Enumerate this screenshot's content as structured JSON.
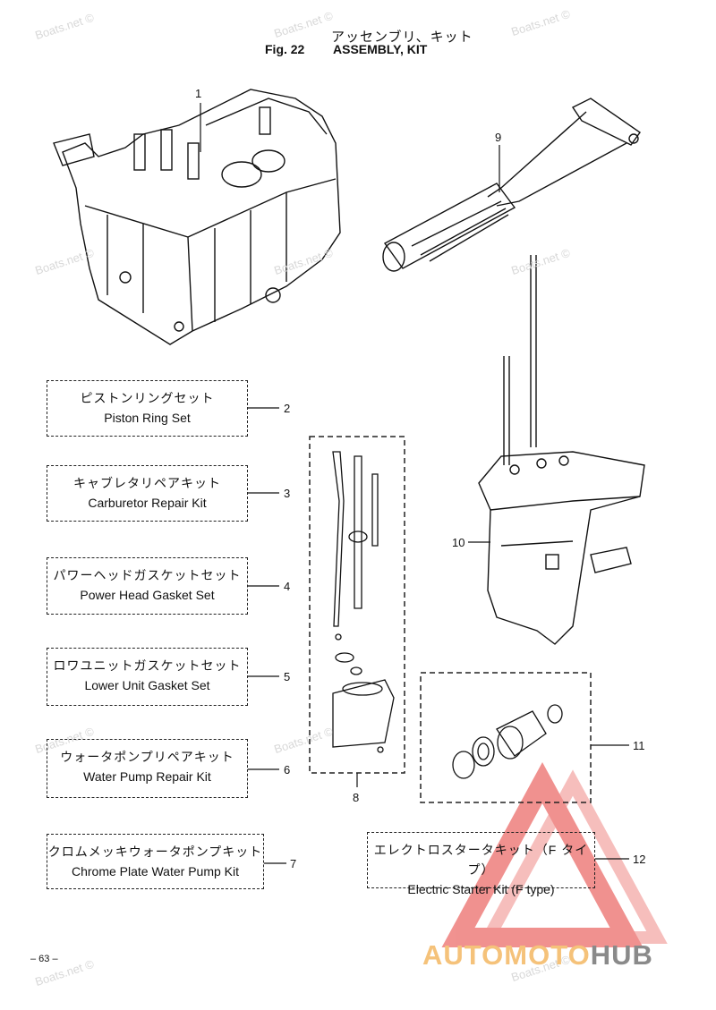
{
  "header": {
    "title_jp": "アッセンブリ、キット",
    "fig_label": "Fig. 22",
    "title_en": "ASSEMBLY, KIT"
  },
  "callouts": [
    "1",
    "2",
    "3",
    "4",
    "5",
    "6",
    "7",
    "8",
    "9",
    "10",
    "11",
    "12"
  ],
  "kits": [
    {
      "jp": "ピストンリングセット",
      "en": "Piston Ring Set",
      "ref": "2"
    },
    {
      "jp": "キャブレタリペアキット",
      "en": "Carburetor Repair Kit",
      "ref": "3"
    },
    {
      "jp": "パワーヘッドガスケットセット",
      "en": "Power Head Gasket Set",
      "ref": "4"
    },
    {
      "jp": "ロワユニットガスケットセット",
      "en": "Lower Unit Gasket Set",
      "ref": "5"
    },
    {
      "jp": "ウォータポンプリペアキット",
      "en": "Water Pump Repair Kit",
      "ref": "6"
    },
    {
      "jp": "クロムメッキウォータポンプキット",
      "en": "Chrome Plate Water  Pump Kit",
      "ref": "7"
    },
    {
      "jp": "エレクトロスタータキット（F タイプ）",
      "en": "Electric Starter Kit (F type)",
      "ref": "12"
    }
  ],
  "watermark": "Boats.net ©",
  "page_number": "– 63 –",
  "brand": {
    "part1": "AUTOMOTO",
    "part2": "HUB",
    "logo_color": "#e53935"
  }
}
